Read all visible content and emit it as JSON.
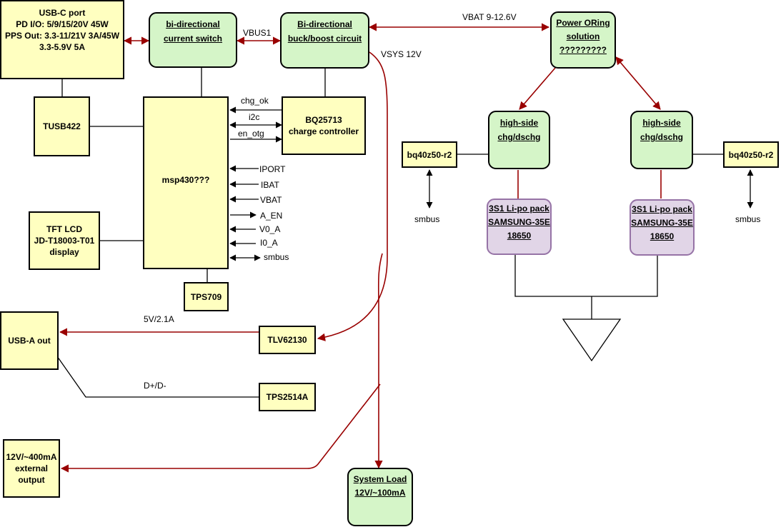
{
  "colors": {
    "box_fill": "#ffffc0",
    "green_fill": "#d5f5c8",
    "purple_fill": "#e1d5e7",
    "purple_border": "#9673a6",
    "power_line": "#990000"
  },
  "blocks": {
    "usbc": [
      "USB-C port",
      "PD I/O: 5/9/15/20V 45W",
      "PPS Out: 3.3-11/21V 3A/45W",
      "3.3-5.9V 5A"
    ],
    "current_switch": [
      "bi-directional",
      "current switch"
    ],
    "buck_boost": [
      "Bi-directional",
      "buck/boost circuit"
    ],
    "power_oring": [
      "Power ORing",
      "solution",
      "?????????"
    ],
    "tusb422": "TUSB422",
    "msp430": "msp430???",
    "bq25713": [
      "BQ25713",
      "charge controller"
    ],
    "tft_lcd": [
      "TFT LCD",
      "JD-T18003-T01",
      "display"
    ],
    "tps709": "TPS709",
    "high_side_left": [
      "high-side",
      "chg/dschg"
    ],
    "high_side_right": [
      "high-side",
      "chg/dschg"
    ],
    "bq40z50_left": "bq40z50-r2",
    "bq40z50_right": "bq40z50-r2",
    "pack_left": [
      "3S1 Li-po pack",
      "SAMSUNG-35E",
      "18650"
    ],
    "pack_right": [
      "3S1 Li-po pack",
      "SAMSUNG-35E",
      "18650"
    ],
    "usba_out": "USB-A out",
    "tlv62130": "TLV62130",
    "tps2514a": "TPS2514A",
    "ext_output": [
      "12V/~400mA",
      "external",
      "output"
    ],
    "system_load": [
      "System Load",
      "12V/~100mA"
    ]
  },
  "labels": {
    "vbus1": "VBUS1",
    "vbat": "VBAT 9-12.6V",
    "vsys": "VSYS 12V",
    "chg_ok": "chg_ok",
    "i2c": "i2c",
    "en_otg": "en_otg",
    "iport": "IPORT",
    "ibat": "IBAT",
    "vbat_sig": "VBAT",
    "a_en": "A_EN",
    "v0_a": "V0_A",
    "i0_a": "I0_A",
    "smbus_mcu": "smbus",
    "smbus_left": "smbus",
    "smbus_right": "smbus",
    "usb_a_rating": "5V/2.1A",
    "dpdm": "D+/D-"
  }
}
